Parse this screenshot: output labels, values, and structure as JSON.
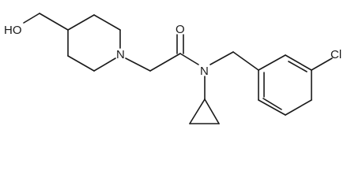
{
  "molecule": {
    "atom_labels": {
      "hydroxyl": "HO",
      "ring_nitrogen": "N",
      "carbonyl_oxygen": "O",
      "amide_nitrogen": "N",
      "chlorine": "Cl"
    }
  },
  "colors": {
    "bond": "#1a1a1a",
    "background": "#ffffff"
  }
}
